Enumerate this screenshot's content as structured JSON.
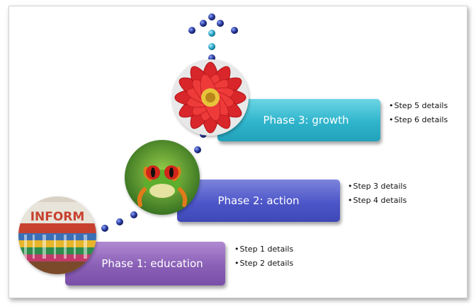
{
  "phases": [
    {
      "label": "Phase 1: education",
      "details": [
        "Step 1 details",
        "Step 2 details"
      ],
      "image_text": "INFORM"
    },
    {
      "label": "Phase 2: action",
      "details": [
        "Step 3 details",
        "Step 4 details"
      ]
    },
    {
      "label": "Phase 3: growth",
      "details": [
        "Step 5 details",
        "Step 6 details"
      ]
    }
  ],
  "colors": {
    "phase1": "#8a5fb6",
    "phase2": "#4d56c8",
    "phase3": "#2fb4cc",
    "dots": "#2a3a9e"
  },
  "icons": [
    "library-photo",
    "frog-photo",
    "dahlia-flower-photo",
    "up-arrow-dots"
  ]
}
